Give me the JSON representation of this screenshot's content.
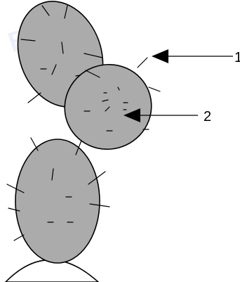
{
  "diagram": {
    "watermark_text": "BIT",
    "colors": {
      "pad_fill": "#ababab",
      "outline": "#000000",
      "background": "#ffffff",
      "watermark": "#4a78d6"
    },
    "callouts": [
      {
        "label": "1"
      },
      {
        "label": "2"
      }
    ]
  }
}
